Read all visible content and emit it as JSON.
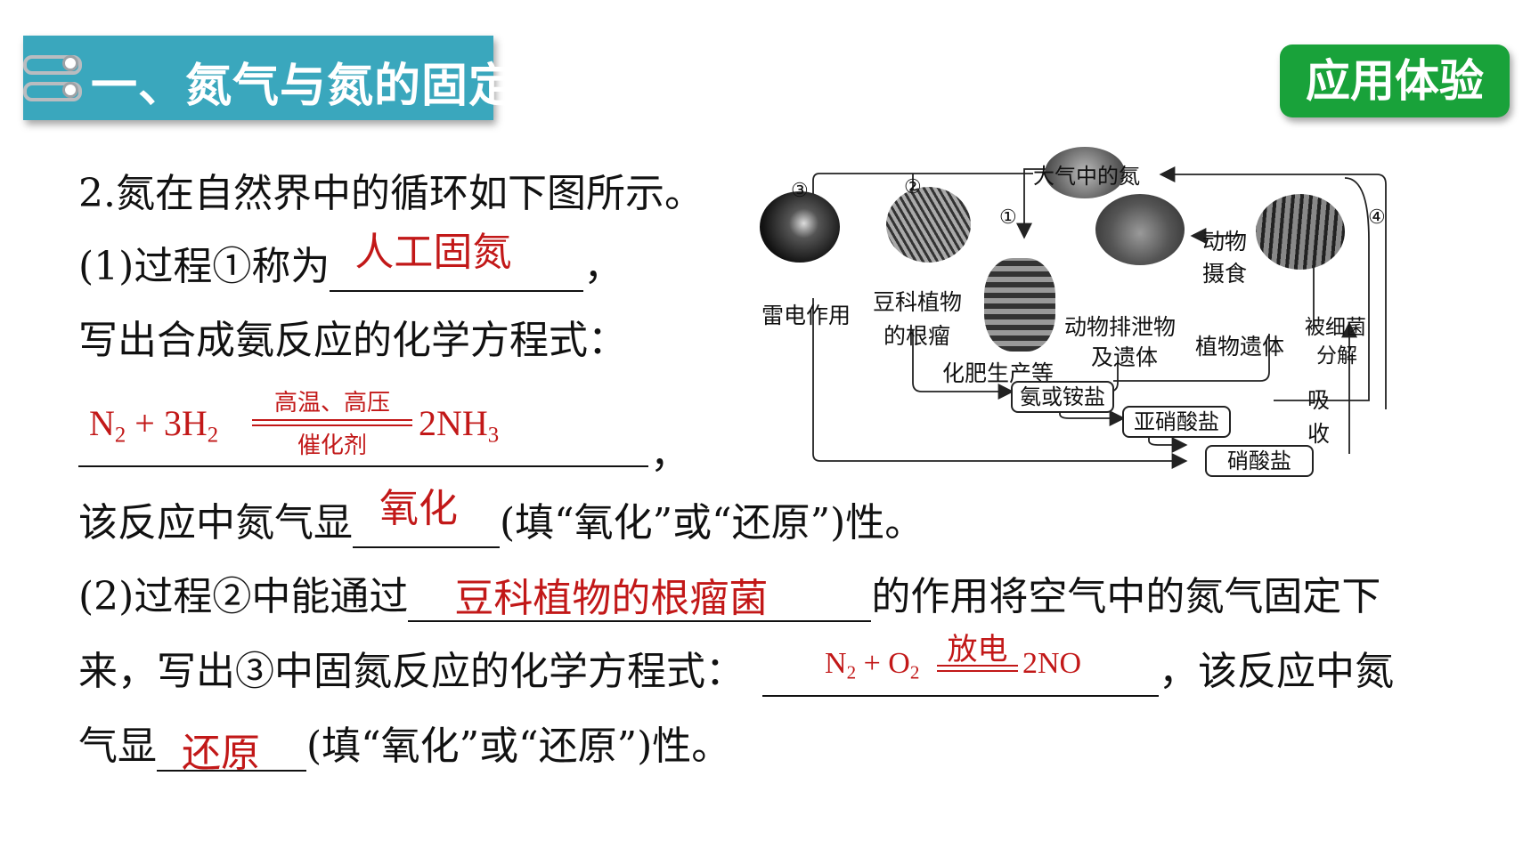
{
  "header": {
    "section_title": "一、氮气与氮的固定",
    "badge": "应用体验"
  },
  "question": {
    "intro": "2.氮在自然界中的循环如下图所示。",
    "part1_prefix": "(1)过程①称为",
    "part1_answer": "人工固氮",
    "part1_suffix": "，",
    "part1_line2": "写出合成氨反应的化学方程式：",
    "eq1": {
      "left": "N",
      "left_sub": "2",
      "mid": " + 3H",
      "mid_sub": "2",
      "right": "2NH",
      "right_sub": "3",
      "cond_top": "高温、高压",
      "cond_bottom": "催化剂"
    },
    "eq1_suffix": "，",
    "part1_line4_prefix": "该反应中氮气显",
    "part1_answer2": "氧化",
    "part1_line4_suffix": "(填“氧化”或“还原”)性。",
    "part2_prefix": "(2)过程②中能通过",
    "part2_answer": "豆科植物的根瘤菌",
    "part2_suffix": "的作用将空气中的氮气固定下",
    "part2_line2_prefix": "来，写出③中固氮反应的化学方程式：",
    "eq2": {
      "left": "N",
      "left_sub": "2",
      "mid": " + O",
      "mid_sub": "2",
      "right": "2NO",
      "cond": "放电"
    },
    "part2_line2_suffix": "，该反应中氮",
    "part2_line3_prefix": "气显",
    "part2_answer2": "还原",
    "part2_line3_suffix": "(填“氧化”或“还原”)性。"
  },
  "diagram": {
    "atmosphere": "大气中的氮",
    "n1": "①",
    "n2": "②",
    "n3": "③",
    "n4": "④",
    "lightning": "雷电作用",
    "legume_1": "豆科植物",
    "legume_2": "的根瘤",
    "fertilizer": "化肥生产等",
    "excretion_1": "动物排泄物",
    "excretion_2": "及遗体",
    "animal_1": "动物",
    "animal_2": "摄食",
    "plant_remains": "植物遗体",
    "bacteria_1": "被细菌",
    "bacteria_2": "分解",
    "absorb_1": "吸",
    "absorb_2": "收",
    "ammonia": "氨或铵盐",
    "nitrite": "亚硝酸盐",
    "nitrate": "硝酸盐"
  }
}
